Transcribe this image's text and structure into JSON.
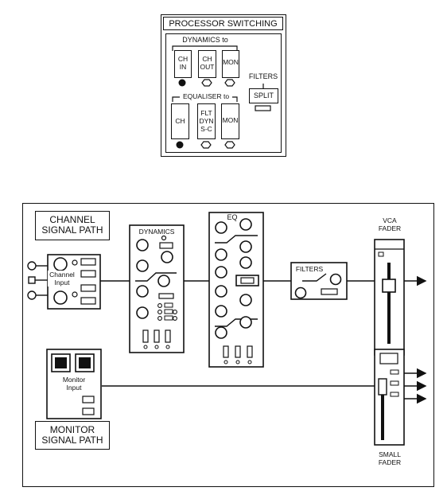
{
  "processor_switching": {
    "title": "PROCESSOR SWITCHING",
    "dynamics_to": "DYNAMICS to",
    "equaliser_to": "EQUALISER to",
    "filters": "FILTERS",
    "dyn_buttons": [
      {
        "line1": "CH",
        "line2": "IN"
      },
      {
        "line1": "CH",
        "line2": "OUT"
      },
      {
        "line1": "MON",
        "line2": ""
      }
    ],
    "eq_buttons": [
      {
        "line1": "CH",
        "line2": "",
        "line3": ""
      },
      {
        "line1": "FLT",
        "line2": "DYN",
        "line3": "S-C"
      },
      {
        "line1": "MON",
        "line2": "",
        "line3": ""
      }
    ],
    "split": "SPLIT"
  },
  "signal_diagram": {
    "channel_title_1": "CHANNEL",
    "channel_title_2": "SIGNAL PATH",
    "monitor_title_1": "MONITOR",
    "monitor_title_2": "SIGNAL PATH",
    "channel_input_1": "Channel",
    "channel_input_2": "Input",
    "monitor_input_1": "Monitor",
    "monitor_input_2": "Input",
    "dynamics": "DYNAMICS",
    "eq": "EQ",
    "filters": "FILTERS",
    "vca_1": "VCA",
    "vca_2": "FADER",
    "small_1": "SMALL",
    "small_2": "FADER"
  }
}
